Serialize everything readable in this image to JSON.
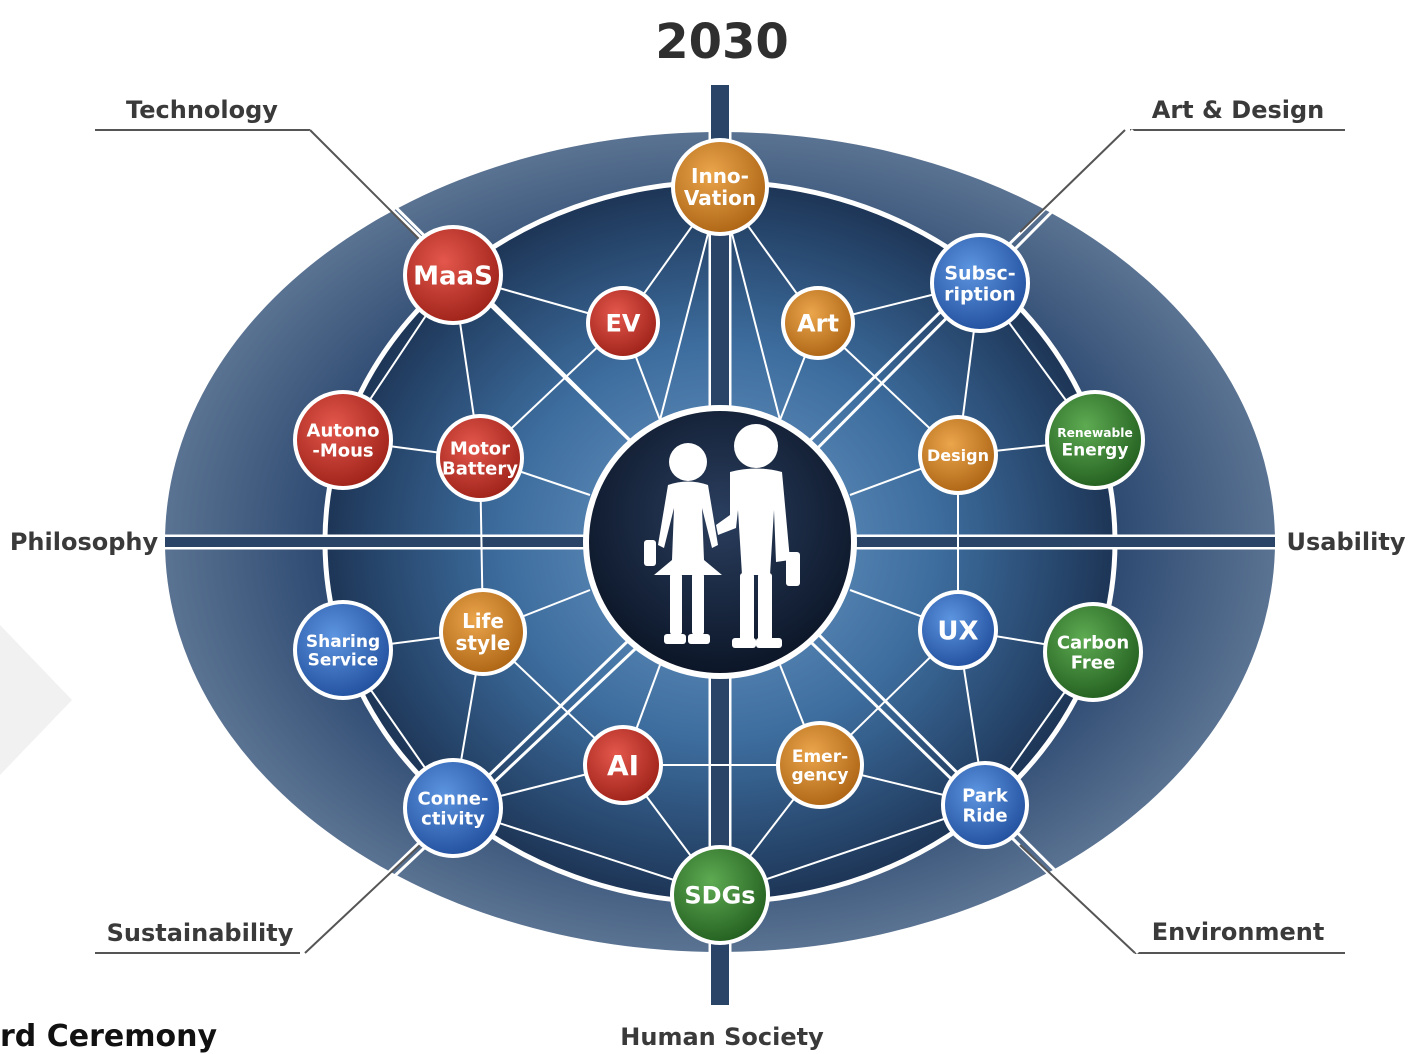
{
  "title": "2030",
  "outer_labels": {
    "technology": "Technology",
    "art_design": "Art & Design",
    "philosophy": "Philosophy",
    "usability": "Usability",
    "sustainability": "Sustainability",
    "environment": "Environment",
    "human_society": "Human Society"
  },
  "nodes": [
    {
      "id": "innovation",
      "lines": [
        "Inno-",
        "Vation"
      ],
      "color": "orange"
    },
    {
      "id": "maas",
      "lines": [
        "MaaS"
      ],
      "color": "red"
    },
    {
      "id": "ev",
      "lines": [
        "EV"
      ],
      "color": "red"
    },
    {
      "id": "art",
      "lines": [
        "Art"
      ],
      "color": "orange"
    },
    {
      "id": "subscription",
      "lines": [
        "Subsc-",
        "ription"
      ],
      "color": "blue"
    },
    {
      "id": "autonomous",
      "lines": [
        "Autono",
        "-Mous"
      ],
      "color": "red"
    },
    {
      "id": "motor-battery",
      "lines": [
        "Motor",
        "Battery"
      ],
      "color": "red"
    },
    {
      "id": "design",
      "lines": [
        "Design"
      ],
      "color": "orange"
    },
    {
      "id": "renewable-energy",
      "lines": [
        "Renewable",
        "Energy"
      ],
      "color": "green"
    },
    {
      "id": "sharing-service",
      "lines": [
        "Sharing",
        "Service"
      ],
      "color": "blue"
    },
    {
      "id": "lifestyle",
      "lines": [
        "Life",
        "style"
      ],
      "color": "orange"
    },
    {
      "id": "ux",
      "lines": [
        "UX"
      ],
      "color": "blue"
    },
    {
      "id": "carbon-free",
      "lines": [
        "Carbon",
        "Free"
      ],
      "color": "green"
    },
    {
      "id": "ai",
      "lines": [
        "AI"
      ],
      "color": "red"
    },
    {
      "id": "emergency",
      "lines": [
        "Emer-",
        "gency"
      ],
      "color": "orange"
    },
    {
      "id": "connectivity",
      "lines": [
        "Conne-",
        "ctivity"
      ],
      "color": "blue"
    },
    {
      "id": "park-ride",
      "lines": [
        "Park",
        "Ride"
      ],
      "color": "blue"
    },
    {
      "id": "sdgs",
      "lines": [
        "SDGs"
      ],
      "color": "green"
    }
  ],
  "center_icon": "couple-people-icon",
  "caption": "rd Ceremony",
  "colors": {
    "red": "#c8382f",
    "orange": "#d28a2c",
    "blue": "#3a74c9",
    "green": "#3f8b3a",
    "ring_outer": "#2a4468",
    "ring_inner": "#3d6a98",
    "center": "#14223a"
  }
}
